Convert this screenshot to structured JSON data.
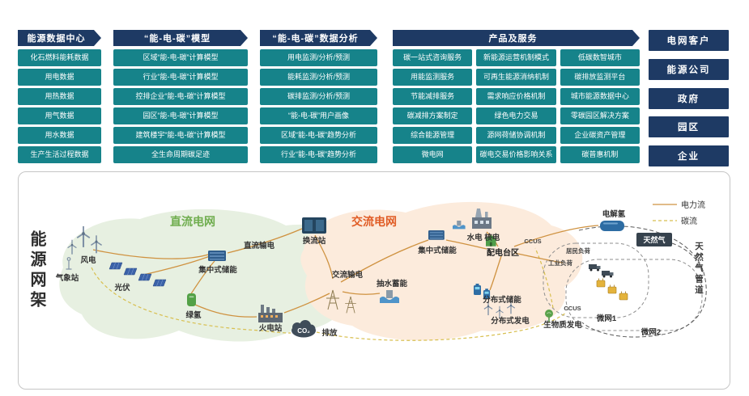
{
  "pipeline": {
    "columns": [
      {
        "header": "能源数据中心",
        "items": [
          "化石燃料能耗数据",
          "用电数据",
          "用热数据",
          "用气数据",
          "用水数据",
          "生产生活过程数据"
        ]
      },
      {
        "header": "“能-电-碳”模型",
        "items": [
          "区域“能-电-碳”计算模型",
          "行业“能-电-碳”计算模型",
          "控排企业“能-电-碳”计算模型",
          "园区“能-电-碳”计算模型",
          "建筑楼宇“能-电-碳”计算模型",
          "全生命周期碳足迹"
        ]
      },
      {
        "header": "“能-电-碳”数据分析",
        "items": [
          "用电监测/分析/预测",
          "能耗监测/分析/预测",
          "碳排监测/分析/预测",
          "“能-电-碳”用户画像",
          "区域“能-电-碳”趋势分析",
          "行业“能-电-碳”趋势分析"
        ]
      },
      {
        "header": "产品及服务",
        "items": [
          "碳一站式咨询服务",
          "新能源运营机制模式",
          "低碳数智城市",
          "用能监测服务",
          "可再生能源消纳机制",
          "碳排放监测平台",
          "节能减排服务",
          "需求响应价格机制",
          "城市能源数据中心",
          "碳减排方案制定",
          "绿色电力交易",
          "零碳园区解决方案",
          "综合能源管理",
          "源网荷储协调机制",
          "企业碳资产管理",
          "微电网",
          "碳电交易价格影响关系",
          "碳普惠机制"
        ]
      }
    ],
    "clients": [
      "电网客户",
      "能源公司",
      "政府",
      "园区",
      "企业"
    ]
  },
  "network": {
    "frame_title": "能源网架",
    "dc_grid": "直流电网",
    "ac_grid": "交流电网",
    "legend": {
      "power_flow": "电力流",
      "carbon_flow": "碳流"
    },
    "nodes": {
      "wind": "风电",
      "weather_station": "气象站",
      "pv": "光伏",
      "green_hydrogen": "绿氢",
      "central_storage_left": "集中式储能",
      "dc_transmission": "直流输电",
      "converter_station": "换流站",
      "ac_transmission": "交流输电",
      "pumped_storage": "抽水蓄能",
      "central_storage_right": "集中式储能",
      "hydro_nuclear": "水电 核电",
      "distribution_area": "配电台区",
      "electrolytic_hydrogen": "电解氢",
      "natural_gas": "天然气",
      "ccus_top": "CCUS",
      "residential_load": "居民负荷",
      "industrial_load": "工业负荷",
      "distributed_storage": "分布式储能",
      "distributed_generation": "分布式发电",
      "biomass": "生物质发电",
      "ccus_bottom": "CCUS",
      "microgrid1": "微网1",
      "microgrid2": "微网2",
      "thermal_plant": "火电站",
      "co2": "CO₂",
      "emission": "排放",
      "gas_pipeline": "天然气管道"
    },
    "colors": {
      "header_navy": "#1e3a64",
      "item_teal": "#16838a",
      "dc_label_green": "#6fad4e",
      "ac_label_orange": "#e05c25",
      "power_line": "#cf9240",
      "carbon_line": "#d8bf4f"
    }
  }
}
